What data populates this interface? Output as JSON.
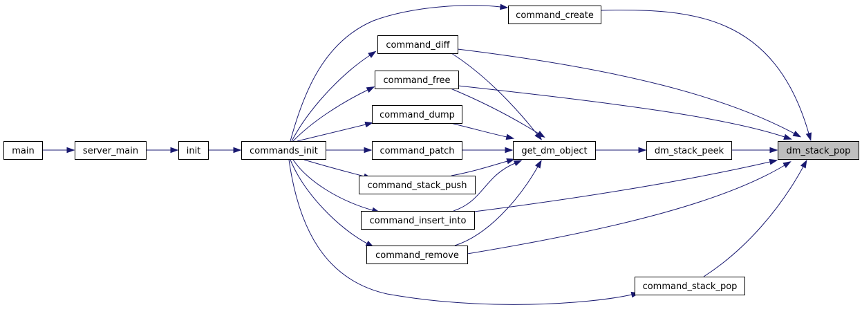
{
  "graph": {
    "type": "caller-graph",
    "edge_color": "#191970",
    "highlight_fill": "#bfbfbf",
    "nodes": [
      {
        "id": "main",
        "label": "main"
      },
      {
        "id": "server_main",
        "label": "server_main"
      },
      {
        "id": "init",
        "label": "init"
      },
      {
        "id": "commands_init",
        "label": "commands_init"
      },
      {
        "id": "command_create",
        "label": "command_create"
      },
      {
        "id": "command_diff",
        "label": "command_diff"
      },
      {
        "id": "command_free",
        "label": "command_free"
      },
      {
        "id": "command_dump",
        "label": "command_dump"
      },
      {
        "id": "command_patch",
        "label": "command_patch"
      },
      {
        "id": "command_stack_push",
        "label": "command_stack_push"
      },
      {
        "id": "command_insert_into",
        "label": "command_insert_into"
      },
      {
        "id": "command_remove",
        "label": "command_remove"
      },
      {
        "id": "command_stack_pop",
        "label": "command_stack_pop"
      },
      {
        "id": "get_dm_object",
        "label": "get_dm_object"
      },
      {
        "id": "dm_stack_peek",
        "label": "dm_stack_peek"
      },
      {
        "id": "dm_stack_pop",
        "label": "dm_stack_pop",
        "highlighted": true
      }
    ],
    "edges": [
      {
        "from": "main",
        "to": "server_main"
      },
      {
        "from": "server_main",
        "to": "init"
      },
      {
        "from": "init",
        "to": "commands_init"
      },
      {
        "from": "commands_init",
        "to": "command_create"
      },
      {
        "from": "commands_init",
        "to": "command_diff"
      },
      {
        "from": "commands_init",
        "to": "command_free"
      },
      {
        "from": "commands_init",
        "to": "command_dump"
      },
      {
        "from": "commands_init",
        "to": "command_patch"
      },
      {
        "from": "commands_init",
        "to": "command_stack_push"
      },
      {
        "from": "commands_init",
        "to": "command_insert_into"
      },
      {
        "from": "commands_init",
        "to": "command_remove"
      },
      {
        "from": "commands_init",
        "to": "command_stack_pop"
      },
      {
        "from": "command_diff",
        "to": "get_dm_object"
      },
      {
        "from": "command_free",
        "to": "get_dm_object"
      },
      {
        "from": "command_dump",
        "to": "get_dm_object"
      },
      {
        "from": "command_patch",
        "to": "get_dm_object"
      },
      {
        "from": "command_stack_push",
        "to": "get_dm_object"
      },
      {
        "from": "command_insert_into",
        "to": "get_dm_object"
      },
      {
        "from": "command_remove",
        "to": "get_dm_object"
      },
      {
        "from": "get_dm_object",
        "to": "dm_stack_peek"
      },
      {
        "from": "dm_stack_peek",
        "to": "dm_stack_pop"
      },
      {
        "from": "command_create",
        "to": "dm_stack_pop"
      },
      {
        "from": "command_diff",
        "to": "dm_stack_pop"
      },
      {
        "from": "command_free",
        "to": "dm_stack_pop"
      },
      {
        "from": "command_insert_into",
        "to": "dm_stack_pop"
      },
      {
        "from": "command_remove",
        "to": "dm_stack_pop"
      },
      {
        "from": "command_stack_pop",
        "to": "dm_stack_pop"
      }
    ]
  }
}
